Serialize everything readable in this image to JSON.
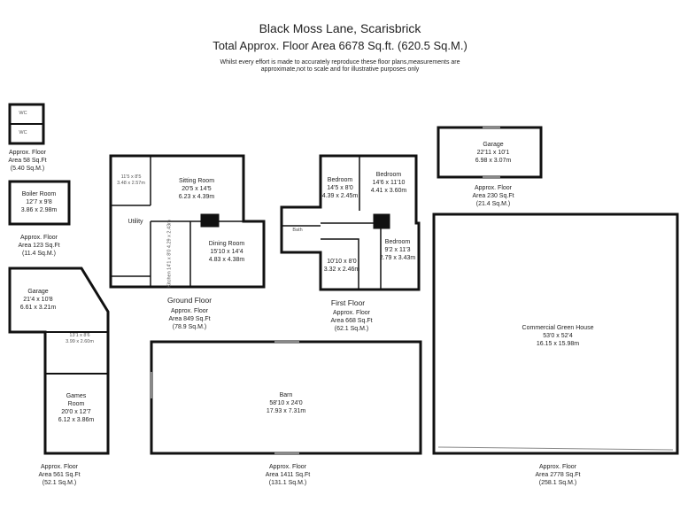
{
  "header": {
    "title": "Black Moss Lane, Scarisbrick",
    "subtitle": "Total Approx. Floor Area 6678 Sq.ft. (620.5 Sq.M.)",
    "disclaimer_1": "Whilst every effort is made to accurately reproduce these floor plans,measurements are",
    "disclaimer_2": "approximate,not to scale and for illustrative purposes only"
  },
  "wc_block": {
    "wc_label": "WC",
    "area": [
      "Approx. Floor",
      "Area 58 Sq.Ft",
      "(5.40 Sq.M.)"
    ]
  },
  "boiler_room": {
    "name": "Boiler Room",
    "imperial": "12'7 x 9'8",
    "metric": "3.86 x 2.98m",
    "area": [
      "Approx. Floor",
      "Area 123 Sq.Ft",
      "(11.4 Sq.M.)"
    ]
  },
  "ground_floor": {
    "title": "Ground Floor",
    "area": [
      "Approx. Floor",
      "Area 849 Sq.Ft",
      "(78.9 Sq.M.)"
    ],
    "rooms": {
      "porch": {
        "imperial": "11'5 x 8'5",
        "metric": "3.48 x 2.57m"
      },
      "sitting": {
        "name": "Sitting Room",
        "imperial": "20'5 x 14'5",
        "metric": "6.23 x 4.39m"
      },
      "utility": {
        "name": "Utility"
      },
      "kitchen": {
        "name": "Kitchen",
        "imperial": "14'1 x 8'0",
        "metric": "4.29 x 2.43m"
      },
      "dining": {
        "name": "Dining Room",
        "imperial": "15'10 x 14'4",
        "metric": "4.83 x 4.38m"
      }
    }
  },
  "first_floor": {
    "title": "First Floor",
    "area": [
      "Approx. Floor",
      "Area 668 Sq.Ft",
      "(62.1 Sq.M.)"
    ],
    "rooms": {
      "bed1": {
        "name": "Bedroom",
        "imperial": "14'5 x 8'0",
        "metric": "4.39 x 2.45m"
      },
      "bed2": {
        "name": "Bedroom",
        "imperial": "14'6 x 11'10",
        "metric": "4.41 x 3.60m"
      },
      "bath": {
        "name": "Bath"
      },
      "bed3": {
        "name": "Bedroom",
        "imperial": "9'2 x 11'3",
        "metric": "2.79 x 3.43m"
      },
      "room4": {
        "imperial": "10'10 x 8'0",
        "metric": "3.32 x 2.46m"
      }
    }
  },
  "garage_right": {
    "name": "Garage",
    "imperial": "22'11 x 10'1",
    "metric": "6.98 x 3.07m",
    "area": [
      "Approx. Floor",
      "Area 230 Sq.Ft",
      "(21.4 Sq.M.)"
    ]
  },
  "garage_left": {
    "name": "Garage",
    "imperial": "21'4 x 10'8",
    "metric": "6.61 x 3.21m",
    "store": {
      "imperial": "13'1 x 8'6",
      "metric": "3.99 x 2.60m"
    },
    "games": {
      "name1": "Games",
      "name2": "Room",
      "imperial": "20'0 x 12'7",
      "metric": "6.12 x 3.86m"
    },
    "area": [
      "Approx. Floor",
      "Area 561 Sq.Ft",
      "(52.1 Sq.M.)"
    ]
  },
  "barn": {
    "name": "Barn",
    "imperial": "58'10 x 24'0",
    "metric": "17.93 x 7.31m",
    "area": [
      "Approx. Floor",
      "Area 1411 Sq.Ft",
      "(131.1 Sq.M.)"
    ]
  },
  "greenhouse": {
    "name": "Commercial Green House",
    "imperial": "53'0 x 52'4",
    "metric": "16.15 x 15.98m",
    "area": [
      "Approx. Floor",
      "Area 2778 Sq.Ft",
      "(258.1 Sq.M.)"
    ]
  }
}
